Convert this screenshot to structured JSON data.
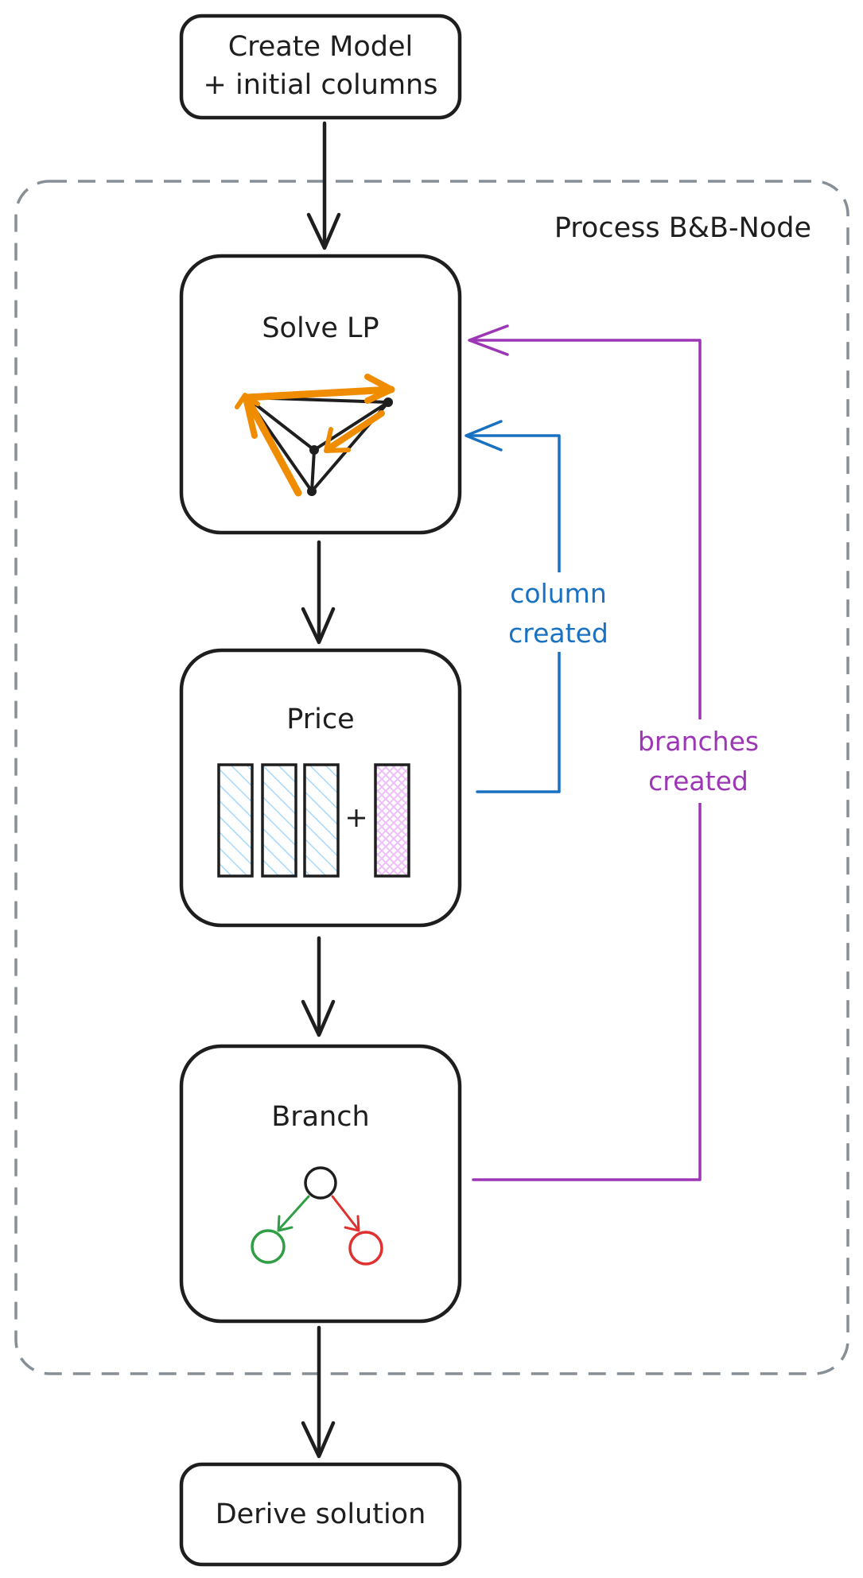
{
  "boxes": {
    "create": {
      "line1": "Create Model",
      "line2": "+ initial columns"
    },
    "solve": {
      "label": "Solve LP"
    },
    "price": {
      "label": "Price",
      "plus": "+"
    },
    "branch": {
      "label": "Branch"
    },
    "derive": {
      "label": "Derive solution"
    }
  },
  "group": {
    "label": "Process B&B-Node"
  },
  "edges": {
    "column_created": {
      "line1": "column",
      "line2": "created",
      "color": "#1971c2"
    },
    "branches_created": {
      "line1": "branches",
      "line2": "created",
      "color": "#9c36b5"
    }
  },
  "colors": {
    "stroke": "#1e1e1e",
    "group_dash": "#868e96",
    "simplex_path": "#f08c00",
    "column_hatch": "#a5d8ff",
    "new_column_hatch": "#eebefa",
    "child_left": "#2f9e44",
    "child_right": "#e03131"
  }
}
